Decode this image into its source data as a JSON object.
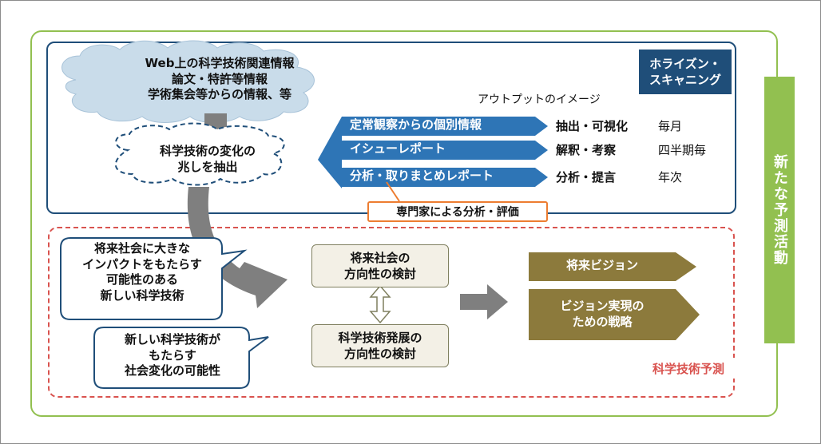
{
  "cloud": {
    "line1": "Web上の科学技術関連情報",
    "line2": "論文・特許等情報",
    "line3": "学術集会等からの情報、等"
  },
  "extract": {
    "line1": "科学技術の変化の",
    "line2": "兆しを抽出"
  },
  "horizon_scanning": {
    "line1": "ホライズン・",
    "line2": "スキャニング"
  },
  "new_activity": "新たな予測活動",
  "output_title": "アウトプットのイメージ",
  "outputs": [
    {
      "label": "定常観察からの個別情報",
      "action": "抽出・可視化",
      "frequency": "毎月"
    },
    {
      "label": "イシューレポート",
      "action": "解釈・考察",
      "frequency": "四半期毎"
    },
    {
      "label": "分析・取りまとめレポート",
      "action": "分析・提言",
      "frequency": "年次"
    }
  ],
  "expert_review": "専門家による分析・評価",
  "bubble_impact": {
    "line1": "将来社会に大きな",
    "line2": "インパクトをもたらす",
    "line3": "可能性のある",
    "line4": "新しい科学技術"
  },
  "bubble_change": {
    "line1": "新しい科学技術が",
    "line2": "もたらす",
    "line3": "社会変化の可能性"
  },
  "future_society": {
    "line1": "将来社会の",
    "line2": "方向性の検討"
  },
  "st_development": {
    "line1": "科学技術発展の",
    "line2": "方向性の検討"
  },
  "future_vision": "将来ビジョン",
  "vision_strategy": {
    "line1": "ビジョン実現の",
    "line2": "ための戦略"
  },
  "st_foresight": "科学技術予測",
  "colors": {
    "navy": "#1f4e79",
    "blue": "#2e75b6",
    "green": "#92c050",
    "red": "#d9534f",
    "orange": "#ed7d31",
    "olive": "#8c7a3c",
    "cloud": "#c9dcea"
  }
}
